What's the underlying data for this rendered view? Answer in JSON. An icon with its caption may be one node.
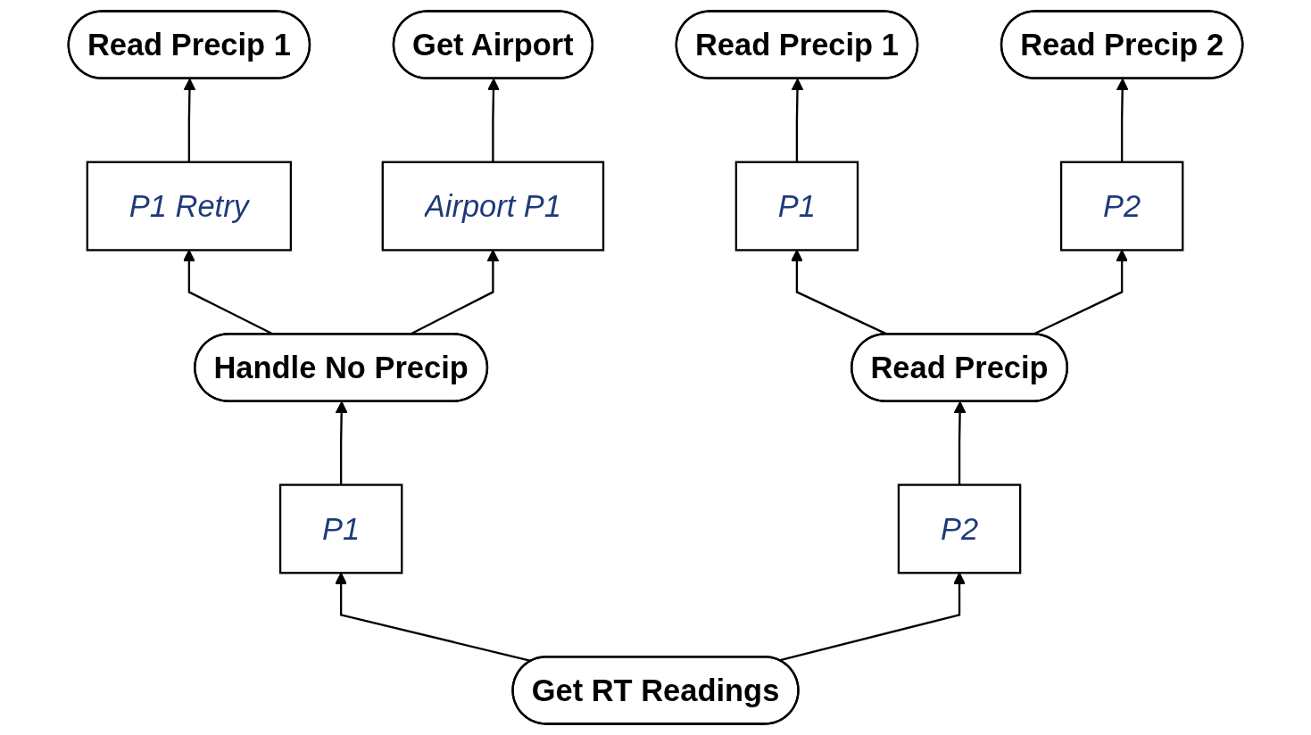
{
  "diagram": {
    "nodes": [
      {
        "text": [
          "Read Precip 1"
        ]
      },
      {
        "text": [
          "Get Airport"
        ]
      },
      {
        "text": [
          "Read Precip 1"
        ]
      },
      {
        "text": [
          "Read Precip 2"
        ]
      },
      {
        "text": [
          "P1"
        ]
      },
      {
        "text": [
          "P2"
        ]
      },
      {
        "text": [
          "P1 Retry"
        ]
      },
      {
        "text": [
          "Airport P1"
        ]
      },
      {
        "text": [
          "Read Precip"
        ]
      },
      {
        "text": [
          "Handle No Precip"
        ]
      },
      {
        "text": [
          "P2"
        ]
      },
      {
        "text": [
          "P1"
        ]
      },
      {
        "text": [
          "Get RT Readings"
        ]
      }
    ],
    "edges": [
      {
        "from": 9,
        "to": 6,
        "arrow": "to"
      },
      {
        "from": 6,
        "to": 0,
        "arrow": "to"
      },
      {
        "from": 9,
        "to": 7,
        "arrow": "to"
      },
      {
        "from": 7,
        "to": 1,
        "arrow": "to"
      },
      {
        "from": 12,
        "to": 11,
        "arrow": "to"
      },
      {
        "from": 11,
        "to": 9,
        "arrow": "to"
      },
      {
        "from": 12,
        "to": 10,
        "arrow": "to"
      },
      {
        "from": 10,
        "to": 8,
        "arrow": "to"
      },
      {
        "from": 8,
        "to": 4,
        "arrow": "to"
      },
      {
        "from": 4,
        "to": 2,
        "arrow": "to"
      },
      {
        "from": 8,
        "to": 5,
        "arrow": "to"
      },
      {
        "from": 5,
        "to": 3,
        "arrow": "to"
      }
    ]
  }
}
